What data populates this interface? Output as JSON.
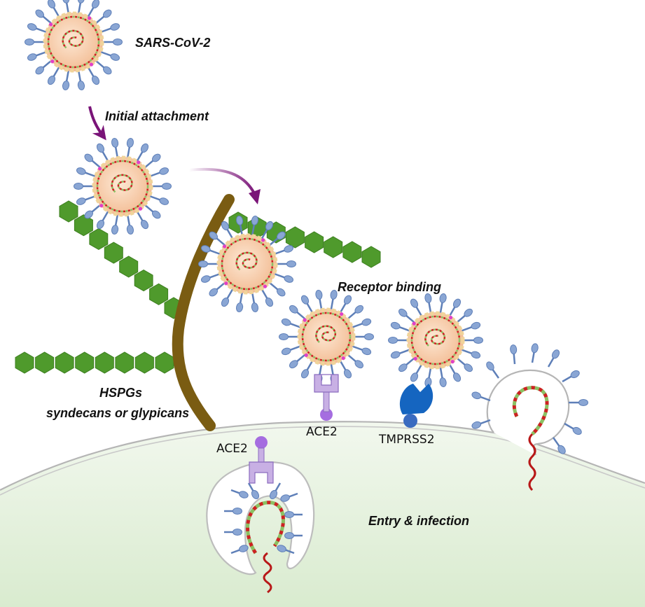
{
  "labels": {
    "virus": "SARS-CoV-2",
    "attachment": "Initial attachment",
    "receptor_binding": "Receptor binding",
    "hspg_line1": "HSPGs",
    "hspg_line2": "syndecans or glypicans",
    "ace2_surface": "ACE2",
    "tmprss2": "TMPRSS2",
    "ace2_endosome": "ACE2",
    "entry": "Entry & infection"
  },
  "colors": {
    "cell_fill": "#e2efdc",
    "membrane": "#b5b5b5",
    "core_fill": "#f7c9a6",
    "envelope_dash": "#f0d49a",
    "spike": "#8aa6d4",
    "spike_outline": "#5e7fb8",
    "rna_red": "#cc2222",
    "rna_green": "#8cc063",
    "pink_mark": "#e040c8",
    "hspg_core": "#7a5c12",
    "glycan_hexagon": "#4f9a2c",
    "ace2_purple": "#a56de0",
    "ace2_light": "#c8b0e4",
    "tmprss2_blue": "#1565c0",
    "arrow_purple": "#7a1478"
  }
}
